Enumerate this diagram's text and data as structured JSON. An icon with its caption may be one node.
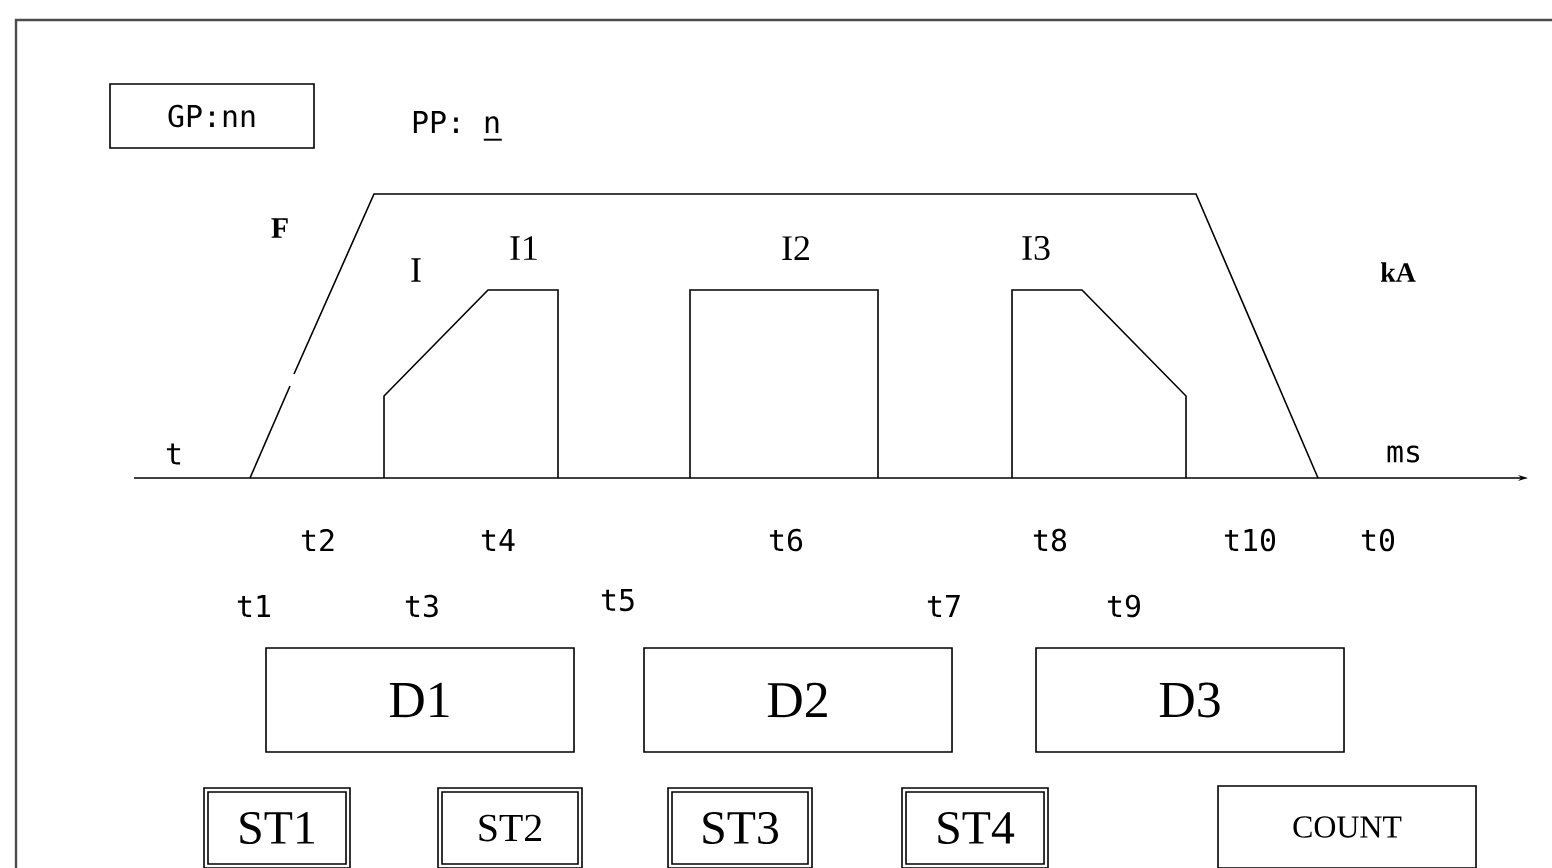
{
  "diagram": {
    "nodes": [
      {
        "text": [
          "GP:nn"
        ]
      },
      {
        "text": [
          "D1"
        ]
      },
      {
        "text": [
          "D2"
        ]
      },
      {
        "text": [
          "D3"
        ]
      },
      {
        "text": [
          "ST1"
        ]
      },
      {
        "text": [
          "ST2"
        ]
      },
      {
        "text": [
          "ST3"
        ]
      },
      {
        "text": [
          "ST4"
        ]
      },
      {
        "text": [
          "COUNT"
        ]
      }
    ],
    "labels": [
      "PP: n",
      "F",
      "I1",
      "I2",
      "I3",
      "I",
      "kA",
      "t",
      "ms",
      "t2",
      "t4",
      "t6",
      "t8",
      "t10",
      "t0",
      "t1",
      "t3",
      "t5",
      "t7",
      "t9"
    ]
  }
}
